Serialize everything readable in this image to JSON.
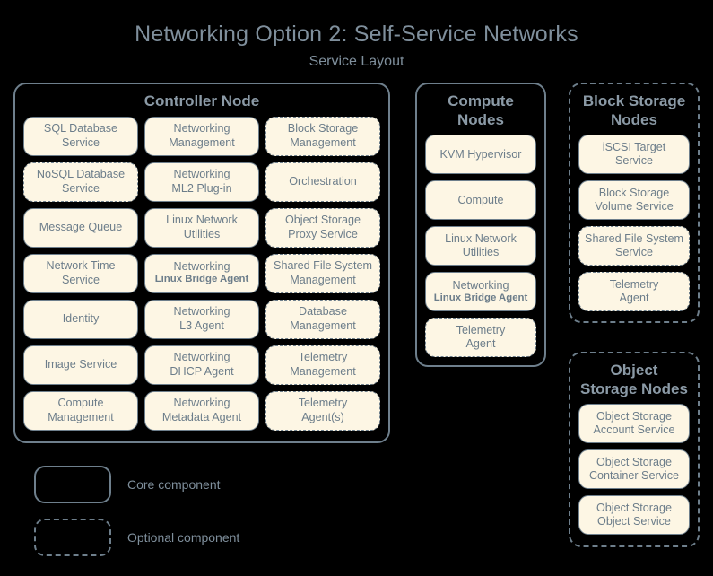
{
  "title": "Networking Option 2: Self-Service Networks",
  "subtitle": "Service Layout",
  "colors": {
    "background": "#000000",
    "box_fill": "#fdf6e4",
    "border": "#6e7f8c",
    "text": "#6c7d8a",
    "title_text": "#7f8f9c",
    "node_title_text": "#8b9aa6"
  },
  "nodes": {
    "controller": {
      "title": "Controller Node",
      "style": "solid",
      "services": [
        {
          "line1": "SQL Database",
          "line2": "Service",
          "style": "solid"
        },
        {
          "line1": "Networking",
          "line2": "Management",
          "style": "solid"
        },
        {
          "line1": "Block Storage",
          "line2": "Management",
          "style": "dashed"
        },
        {
          "line1": "NoSQL Database",
          "line2": "Service",
          "style": "dashed"
        },
        {
          "line1": "Networking",
          "line2": "ML2 Plug-in",
          "style": "solid"
        },
        {
          "line1": "Orchestration",
          "line2": "",
          "style": "dashed"
        },
        {
          "line1": "Message Queue",
          "line2": "",
          "style": "solid"
        },
        {
          "line1": "Linux Network",
          "line2": "Utilities",
          "style": "solid"
        },
        {
          "line1": "Object Storage",
          "line2": "Proxy Service",
          "style": "dashed"
        },
        {
          "line1": "Network Time",
          "line2": "Service",
          "style": "solid"
        },
        {
          "line1": "Networking",
          "line2": "Linux Bridge Agent",
          "line2_small": true,
          "style": "solid"
        },
        {
          "line1": "Shared File System",
          "line2": "Management",
          "style": "dashed"
        },
        {
          "line1": "Identity",
          "line2": "",
          "style": "solid"
        },
        {
          "line1": "Networking",
          "line2": "L3 Agent",
          "style": "solid"
        },
        {
          "line1": "Database",
          "line2": "Management",
          "style": "dashed"
        },
        {
          "line1": "Image Service",
          "line2": "",
          "style": "solid"
        },
        {
          "line1": "Networking",
          "line2": "DHCP Agent",
          "style": "solid"
        },
        {
          "line1": "Telemetry",
          "line2": "Management",
          "style": "dashed"
        },
        {
          "line1": "Compute",
          "line2": "Management",
          "style": "solid"
        },
        {
          "line1": "Networking",
          "line2": "Metadata Agent",
          "style": "solid"
        },
        {
          "line1": "Telemetry",
          "line2": "Agent(s)",
          "style": "dashed"
        }
      ]
    },
    "compute": {
      "title": "Compute\nNodes",
      "title_line1": "Compute",
      "title_line2": "Nodes",
      "style": "solid",
      "services": [
        {
          "line1": "KVM Hypervisor",
          "line2": "",
          "style": "solid"
        },
        {
          "line1": "Compute",
          "line2": "",
          "style": "solid"
        },
        {
          "line1": "Linux Network",
          "line2": "Utilities",
          "style": "solid"
        },
        {
          "line1": "Networking",
          "line2": "Linux Bridge Agent",
          "line2_small": true,
          "style": "solid"
        },
        {
          "line1": "Telemetry",
          "line2": "Agent",
          "style": "dashed"
        }
      ]
    },
    "block_storage": {
      "title_line1": "Block Storage",
      "title_line2": "Nodes",
      "style": "dashed",
      "services": [
        {
          "line1": "iSCSI Target",
          "line2": "Service",
          "style": "solid"
        },
        {
          "line1": "Block Storage",
          "line2": "Volume Service",
          "style": "solid"
        },
        {
          "line1": "Shared File System",
          "line2": "Service",
          "style": "dashed"
        },
        {
          "line1": "Telemetry",
          "line2": "Agent",
          "style": "dashed"
        }
      ]
    },
    "object_storage": {
      "title_line1": "Object",
      "title_line2": "Storage Nodes",
      "style": "dashed",
      "services": [
        {
          "line1": "Object Storage",
          "line2": "Account Service",
          "style": "solid"
        },
        {
          "line1": "Object Storage",
          "line2": "Container Service",
          "style": "solid"
        },
        {
          "line1": "Object Storage",
          "line2": "Object Service",
          "style": "solid"
        }
      ]
    }
  },
  "legend": {
    "core_label": "Core component",
    "optional_label": "Optional component"
  }
}
